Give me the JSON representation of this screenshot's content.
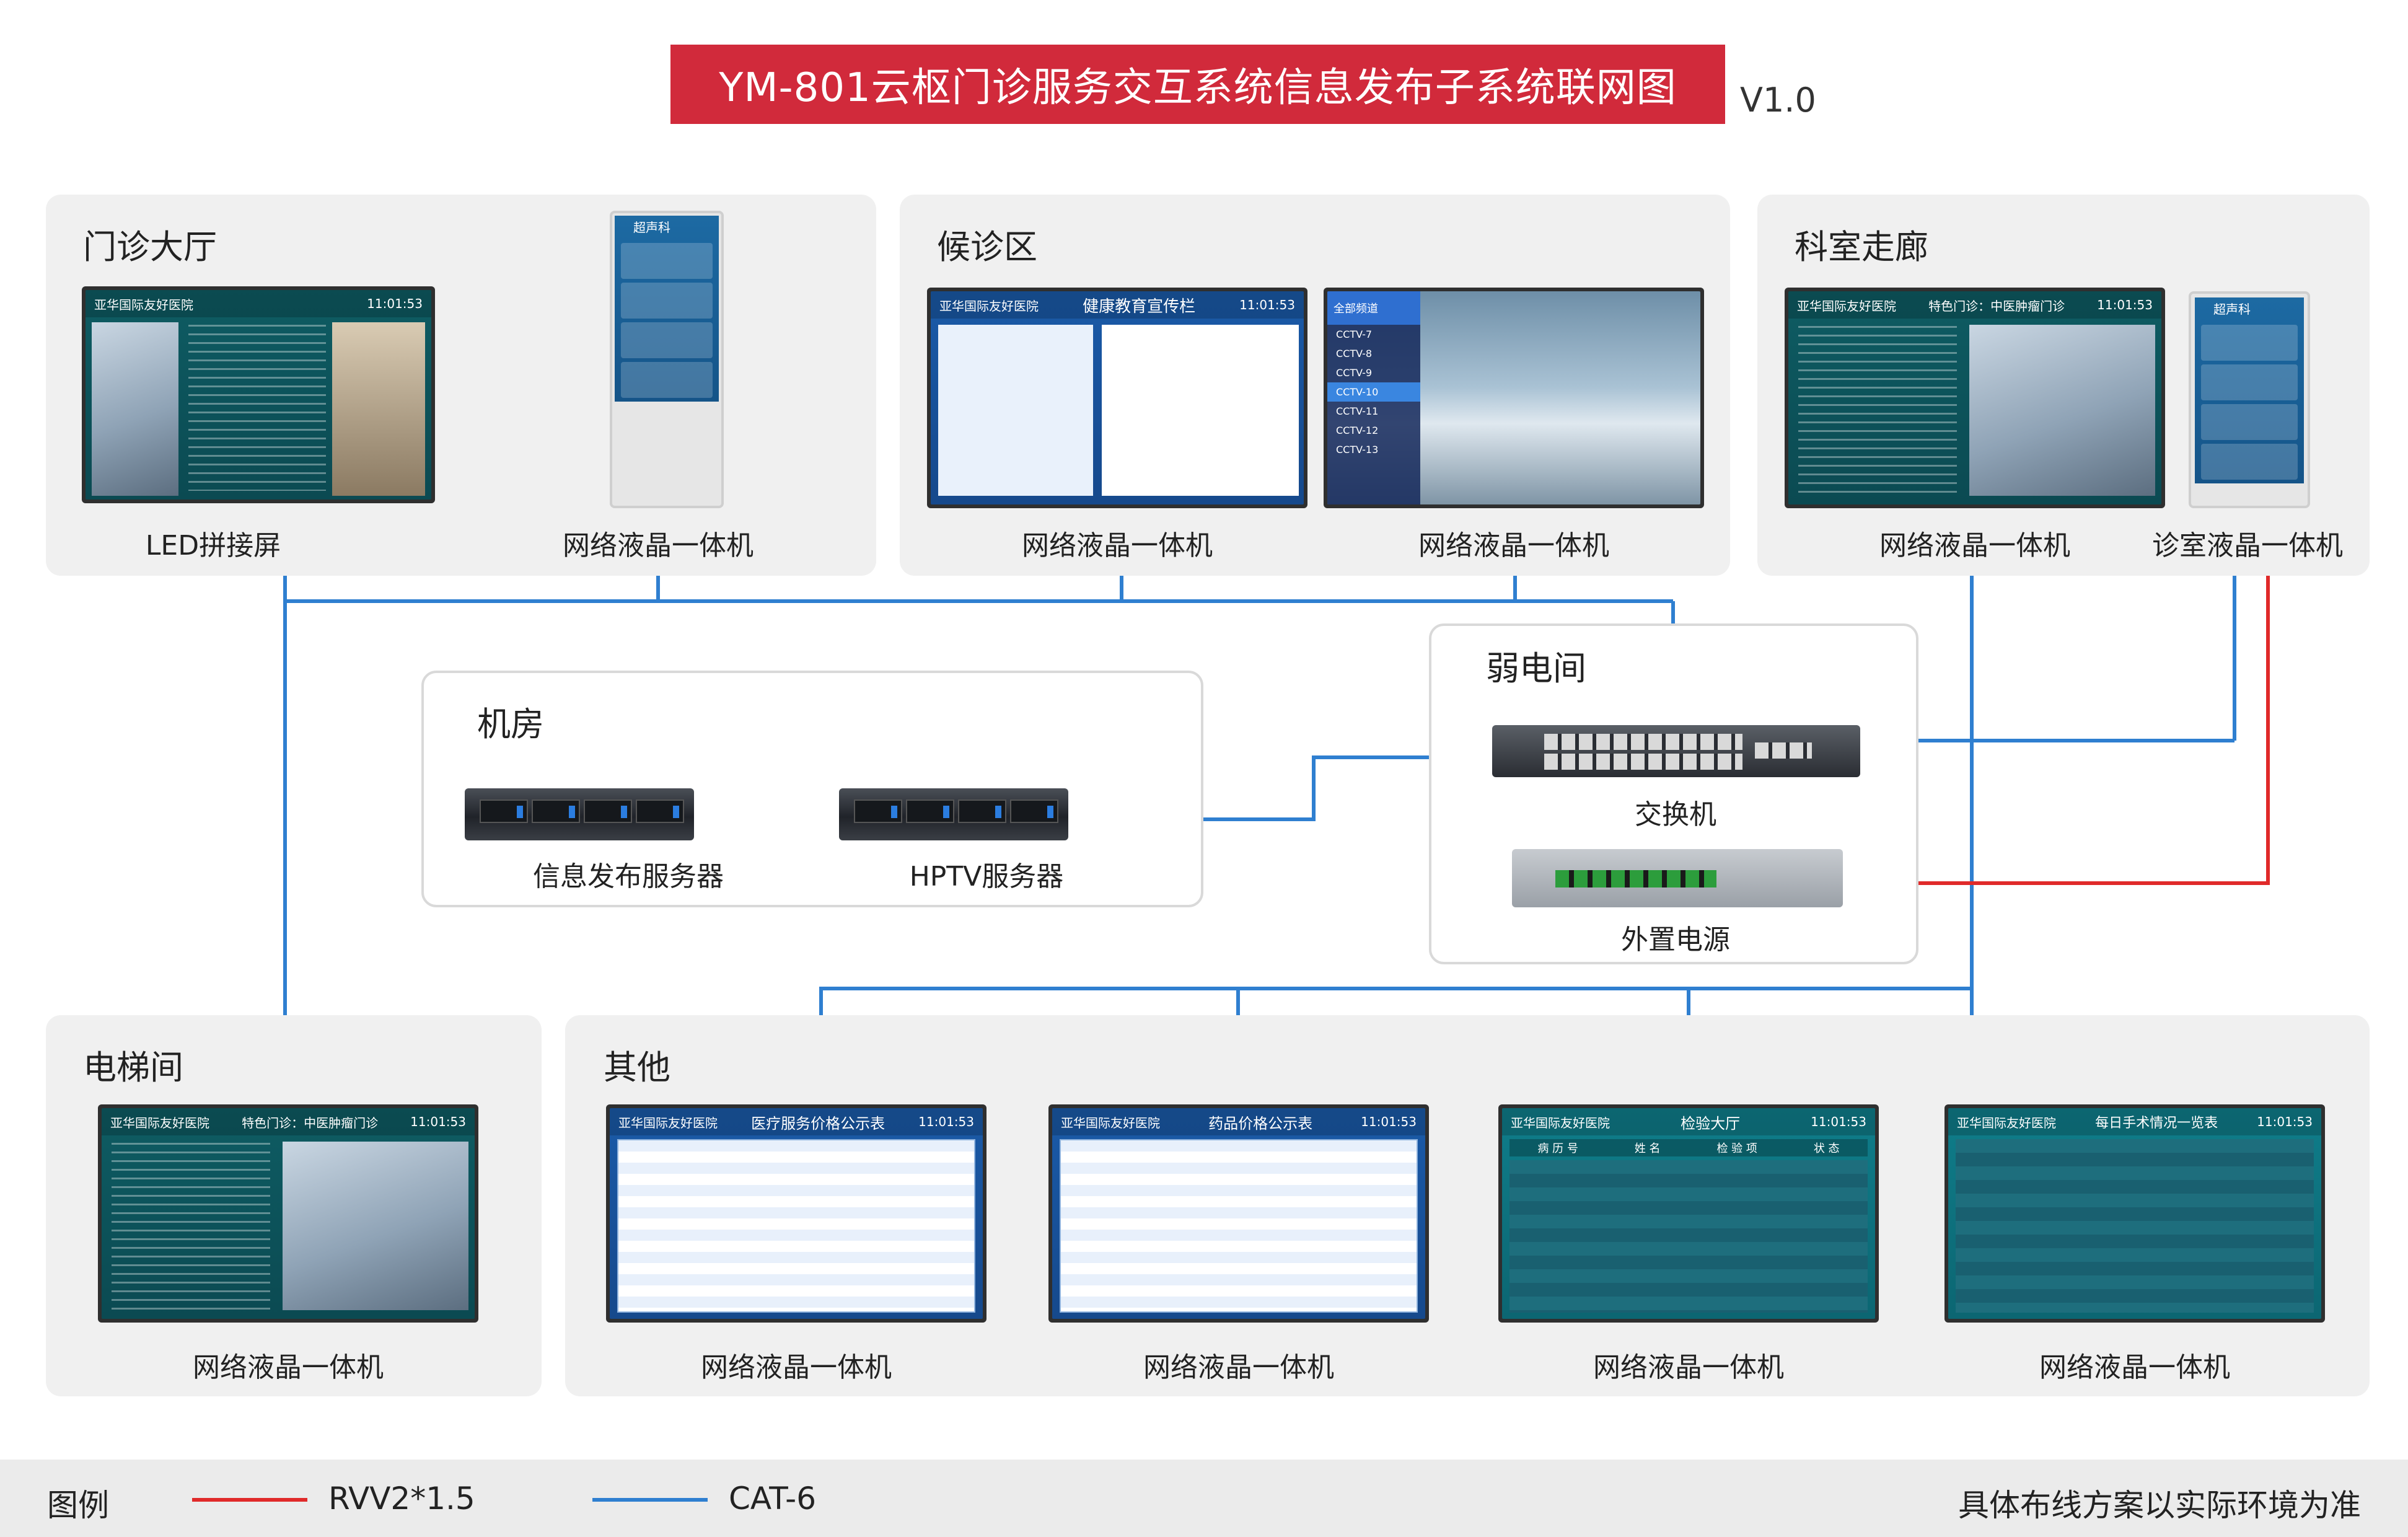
{
  "title": "YM-801云枢门诊服务交互系统信息发布子系统联网图",
  "version": "V1.0",
  "zones": {
    "outpatient_hall": {
      "title": "门诊大厅",
      "device1": "LED拼接屏",
      "device2": "网络液晶一体机"
    },
    "waiting_area": {
      "title": "候诊区",
      "device1": "网络液晶一体机",
      "device2": "网络液晶一体机"
    },
    "dept_corridor": {
      "title": "科室走廊",
      "device1": "网络液晶一体机",
      "device2": "诊室液晶一体机"
    },
    "machine_room": {
      "title": "机房",
      "device1": "信息发布服务器",
      "device2": "HPTV服务器"
    },
    "weak_room": {
      "title": "弱电间",
      "device1": "交换机",
      "device2": "外置电源"
    },
    "elevator": {
      "title": "电梯间",
      "device1": "网络液晶一体机"
    },
    "others": {
      "title": "其他",
      "device1": "网络液晶一体机",
      "device2": "网络液晶一体机",
      "device3": "网络液晶一体机",
      "device4": "网络液晶一体机"
    }
  },
  "screens": {
    "hospital": "亚华国际友好医院",
    "time": "11:01:53",
    "health_edu": "健康教育宣传栏",
    "special_clinic": "特色门诊：中医肿瘤门诊",
    "ultrasound": "超声科",
    "price_service": "医疗服务价格公示表",
    "price_drug": "药品价格公示表",
    "lab_hall": "检验大厅",
    "surgery": "每日手术情况一览表",
    "all_channels": "全部频道",
    "channels": [
      "CCTV-7",
      "CCTV-8",
      "CCTV-9",
      "CCTV-10",
      "CCTV-11",
      "CCTV-12",
      "CCTV-13"
    ],
    "lab_cols": [
      "病 历 号",
      "姓 名",
      "检 验 项",
      "状 态"
    ]
  },
  "legend": {
    "label": "图例",
    "items": [
      {
        "name": "RVV2*1.5",
        "color": "#e02a2a"
      },
      {
        "name": "CAT-6",
        "color": "#2f7fd0"
      }
    ],
    "note": "具体布线方案以实际环境为准"
  },
  "colors": {
    "title_bg": "#d12a3b",
    "cat6": "#2f7fd0",
    "rvv": "#e02a2a"
  }
}
